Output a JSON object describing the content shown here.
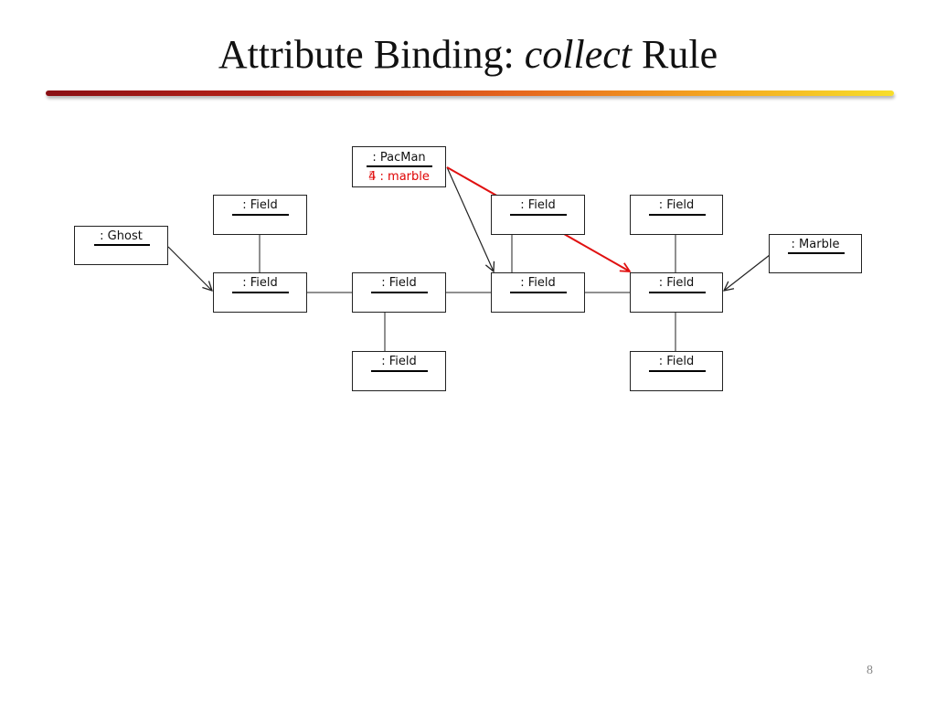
{
  "slide": {
    "title_prefix": "Attribute Binding: ",
    "title_emphasis": "collect",
    "title_suffix": " Rule",
    "number": "8"
  },
  "diagram": {
    "pacman": {
      "label": ": PacMan",
      "attribute": "4 : marble",
      "attribute_overlay": "5 : marble"
    },
    "ghost": {
      "label": ": Ghost"
    },
    "marble": {
      "label": ": Marble"
    },
    "field_label": ": Field",
    "colors": {
      "link": "#222222",
      "binding_arrow": "#e01010",
      "attribute_text": "#e01010"
    }
  }
}
